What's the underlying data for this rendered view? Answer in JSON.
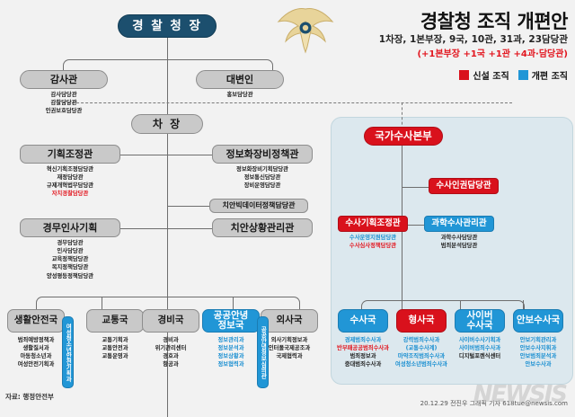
{
  "header": {
    "title": "경찰청 조직 개편안",
    "summary": "1차장, 1본부장, 9국, 10관, 31과, 23담당관",
    "delta": "(+1본부장 +1국  +1관  +4과·담당관)",
    "legend": [
      {
        "label": "신설 조직",
        "color": "#d9111c"
      },
      {
        "label": "개편 조직",
        "color": "#2196d6"
      }
    ],
    "emblem_name": "police-emblem"
  },
  "nodes": {
    "commissioner": "경 찰 청 장",
    "auditor": "감사관",
    "spokesperson": "대변인",
    "vice_commissioner": "차  장",
    "planning": "기획조정관",
    "info_equip": "정보화장비정책관",
    "bigdata": "치안빅데이터정책담당관",
    "hr_planning": "경무인사기획",
    "situation": "치안상황관리관",
    "nip_hq": "국가수사본부",
    "inv_rights": "수사인권담당관",
    "inv_planning": "수사기획조정관",
    "forensic": "과학수사관리관"
  },
  "subs": {
    "auditor": [
      {
        "t": "감사담당관",
        "c": "dark"
      },
      {
        "t": "감찰담당관",
        "c": "dark"
      },
      {
        "t": "인권보호담당관",
        "c": "dark"
      }
    ],
    "spokesperson": [
      {
        "t": "홍보담당관",
        "c": "dark"
      }
    ],
    "planning": [
      {
        "t": "혁신기획조정담당관",
        "c": "dark"
      },
      {
        "t": "재정담당관",
        "c": "dark"
      },
      {
        "t": "규제개혁법무담당관",
        "c": "dark"
      },
      {
        "t": "자치경찰담당관",
        "c": "red"
      }
    ],
    "info_equip": [
      {
        "t": "정보화장비기획담당관",
        "c": "dark"
      },
      {
        "t": "정보통신담당관",
        "c": "dark"
      },
      {
        "t": "장비운영담당관",
        "c": "dark"
      }
    ],
    "hr_planning": [
      {
        "t": "경무담당관",
        "c": "dark"
      },
      {
        "t": "인사담당관",
        "c": "dark"
      },
      {
        "t": "교육정책담당관",
        "c": "dark"
      },
      {
        "t": "복지정책담당관",
        "c": "dark"
      },
      {
        "t": "양성평등정책담당관",
        "c": "dark"
      }
    ],
    "inv_planning": [
      {
        "t": "수사운영지원담당관",
        "c": "blue"
      },
      {
        "t": "수사심사정책담당관",
        "c": "red"
      }
    ],
    "forensic": [
      {
        "t": "과학수사담당관",
        "c": "dark"
      },
      {
        "t": "범죄분석담당관",
        "c": "dark"
      }
    ]
  },
  "bureaus_left": [
    {
      "name": "생활안전국",
      "style": "gray",
      "subs": [
        {
          "t": "범죄예방정책과",
          "c": "dark"
        },
        {
          "t": "생활질서과",
          "c": "dark"
        },
        {
          "t": "아동청소년과",
          "c": "dark"
        },
        {
          "t": "여성안전기획과",
          "c": "dark"
        }
      ],
      "tab": "여성청소년안전기획과"
    },
    {
      "name": "교통국",
      "style": "gray",
      "subs": [
        {
          "t": "교통기획과",
          "c": "dark"
        },
        {
          "t": "교통안전과",
          "c": "dark"
        },
        {
          "t": "교통운영과",
          "c": "dark"
        }
      ],
      "tab": null
    },
    {
      "name": "경비국",
      "style": "gray",
      "subs": [
        {
          "t": "경비과",
          "c": "dark"
        },
        {
          "t": "위기관리센터",
          "c": "dark"
        },
        {
          "t": "경호과",
          "c": "dark"
        },
        {
          "t": "항공과",
          "c": "dark"
        }
      ],
      "tab": null
    },
    {
      "name": "공공안녕\n정보국",
      "style": "blue",
      "subs": [
        {
          "t": "정보관리과",
          "c": "blue"
        },
        {
          "t": "정보분석과",
          "c": "blue"
        },
        {
          "t": "정보상황과",
          "c": "blue"
        },
        {
          "t": "정보협력과",
          "c": "blue"
        }
      ],
      "tab": "공공안녕정보심의관"
    },
    {
      "name": "외사국",
      "style": "gray",
      "subs": [
        {
          "t": "외사기획정보과",
          "c": "dark"
        },
        {
          "t": "인터폴국제공조과",
          "c": "dark"
        },
        {
          "t": "국제협력과",
          "c": "dark"
        }
      ],
      "tab": null
    }
  ],
  "bureaus_right": [
    {
      "name": "수사국",
      "style": "blue",
      "subs": [
        {
          "t": "경제범죄수사과",
          "c": "blue"
        },
        {
          "t": "반부패공공범죄수사과",
          "c": "red"
        },
        {
          "t": "범죄정보과",
          "c": "dark"
        },
        {
          "t": "중대범죄수사과",
          "c": "dark"
        }
      ]
    },
    {
      "name": "형사국",
      "style": "red",
      "subs": [
        {
          "t": "강력범죄수사과",
          "c": "blue"
        },
        {
          "t": "(교통수사계)",
          "c": "blue"
        },
        {
          "t": "마약조직범죄수사과",
          "c": "blue"
        },
        {
          "t": "여성청소년범죄수사과",
          "c": "blue"
        }
      ]
    },
    {
      "name": "사이버\n수사국",
      "style": "blue",
      "subs": [
        {
          "t": "사이버수사기획과",
          "c": "blue"
        },
        {
          "t": "사이버범죄수사과",
          "c": "blue"
        },
        {
          "t": "디지털포렌식센터",
          "c": "dark"
        }
      ]
    },
    {
      "name": "안보수사국",
      "style": "blue",
      "subs": [
        {
          "t": "안보기획관리과",
          "c": "blue"
        },
        {
          "t": "안보수사지휘과",
          "c": "blue"
        },
        {
          "t": "안보범죄분석과",
          "c": "blue"
        },
        {
          "t": "안보수사과",
          "c": "blue"
        }
      ]
    }
  ],
  "footer": {
    "source": "자료: 행정안전부",
    "credit": "20.12.29 전진우 그래픽 기자 618tue@newsis.com",
    "watermark": "NEWSIS"
  }
}
